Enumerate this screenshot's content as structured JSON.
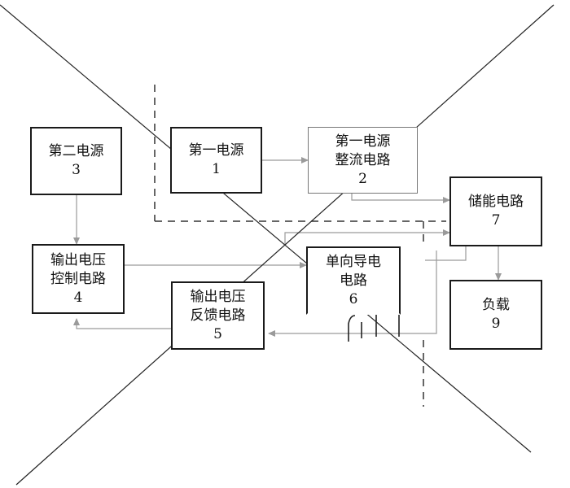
{
  "diagram": {
    "blocks": {
      "b1": {
        "label": "第一电源",
        "number": "1"
      },
      "b2": {
        "label_line1": "第一电源",
        "label_line2": "整流电路",
        "number": "2"
      },
      "b3": {
        "label": "第二电源",
        "number": "3"
      },
      "b4": {
        "label_line1": "输出电压",
        "label_line2": "控制电路",
        "number": "4"
      },
      "b5": {
        "label_line1": "输出电压",
        "label_line2": "反馈电路",
        "number": "5"
      },
      "b6": {
        "label_line1": "单向导电",
        "label_line2": "电路",
        "number": "6"
      },
      "b7": {
        "label": "储能电路",
        "number": "7"
      },
      "b9": {
        "label": "负载",
        "number": "9"
      }
    },
    "colors": {
      "box_border": "#1a1a1a",
      "connector": "#9a9a9a",
      "dashed": "#333333",
      "cross": "#222222"
    }
  }
}
